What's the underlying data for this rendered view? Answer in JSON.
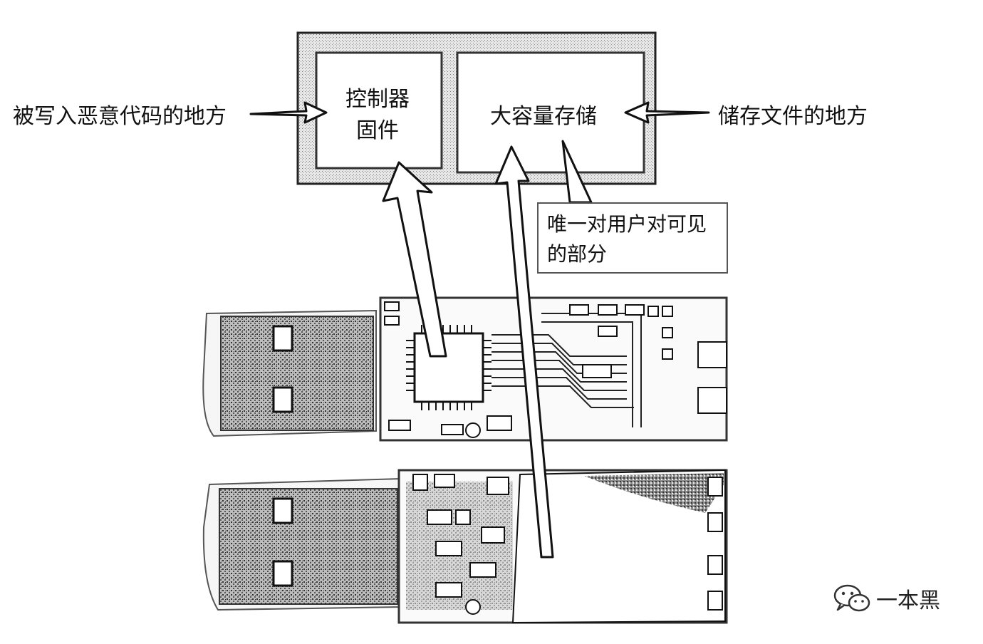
{
  "labels": {
    "malicious_code_location": "被写入恶意代码的地方",
    "file_storage_location": "储存文件的地方",
    "controller_firmware": [
      "控制器",
      "固件"
    ],
    "mass_storage": "大容量存储",
    "user_visible_part": [
      "唯一对用户对可见",
      "的部分"
    ]
  },
  "watermark": {
    "icon": "wechat-icon",
    "text": "一本黑"
  },
  "colors": {
    "line": "#111111",
    "board_shade": "#8a8a8a",
    "chip": "#ffffff"
  }
}
